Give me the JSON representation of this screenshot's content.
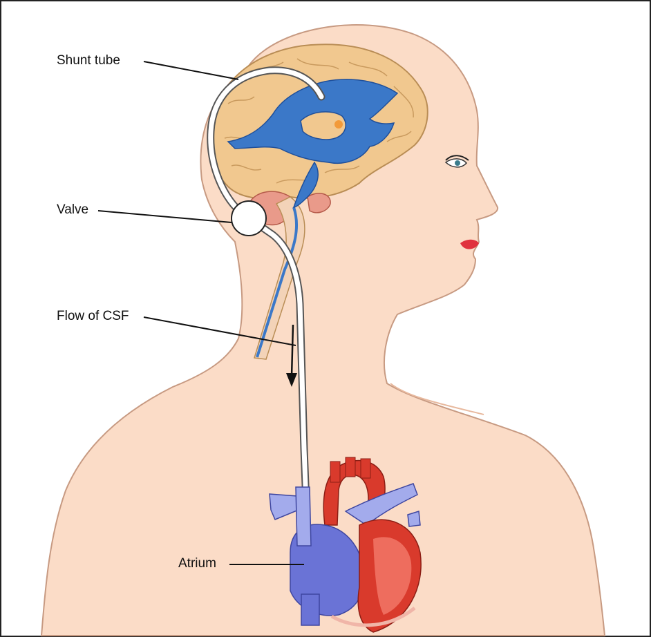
{
  "labels": {
    "shunt_tube": "Shunt tube",
    "valve": "Valve",
    "flow": "Flow of CSF",
    "atrium": "Atrium"
  },
  "colors": {
    "skin": "#fbdcc7",
    "skin_outline": "#c79a82",
    "brain": "#f1c88f",
    "brain_outline": "#b98d55",
    "ventricle": "#3b78c8",
    "ventricle_dark": "#1f4f9a",
    "heart_red": "#d93a2c",
    "heart_red_light": "#ee6d5e",
    "heart_blue": "#6a73d6",
    "heart_blue_light": "#a3abec",
    "tube": "#ffffff",
    "ink": "#111111",
    "border": "#222222"
  }
}
